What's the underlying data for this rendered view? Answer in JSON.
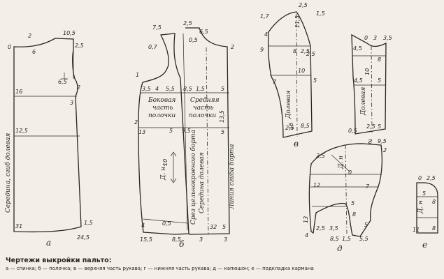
{
  "caption": {
    "title": "Чертежи выкройки пальто:",
    "legend": "а — спинка; б — полочка; в — верхняя часть рукава; г — нижняя часть рукава; д — капюшон; е — подкладка кармана"
  },
  "piece_letters": {
    "a": "а",
    "b": "б",
    "v": "в",
    "g": "г",
    "d": "д",
    "e": "е"
  },
  "labels": {
    "back_center": "Середина, сгиб долевая",
    "side_part": "Боковая",
    "side_part2": "часть",
    "side_part3": "полочки",
    "middle_part": "Средняя",
    "middle_part2": "часть",
    "middle_part3": "полочки",
    "grain_v": "Долевая",
    "grain_g": "Долевая",
    "dn_b": "Д. н.",
    "dn_d": "Д. н",
    "dn_e": "Д. н",
    "cut_front": "Срез цельнокроеного борта",
    "middle_grain": "Середина долевая",
    "fold_line": "Линия сгиба борта"
  },
  "numbers": {
    "a": [
      "0",
      "2",
      "10,5",
      "6",
      "2,5",
      "6,5",
      "2",
      "16",
      "3",
      "12,5",
      "31",
      "1,5",
      "24,5"
    ],
    "b": [
      "7,5",
      "2,5",
      "0,7",
      "0,5",
      "6,5",
      "2",
      "1",
      "3,5",
      "4",
      "5,5",
      "8,5",
      "1,5",
      "5",
      "2",
      "13",
      "5",
      "9,5",
      "5",
      "13,5",
      "10",
      "4",
      "0,5",
      "15,5",
      "8,5",
      "3",
      "32",
      "5",
      "3"
    ],
    "v": [
      "1,7",
      "2,5",
      "1,5",
      "4",
      "11,5",
      "9",
      "8",
      "2,5",
      "10",
      "7",
      "2,5",
      "5",
      "2,5",
      "16",
      "8,5"
    ],
    "g": [
      "0",
      "3",
      "3,5",
      "4,5",
      "8",
      "4,5",
      "5",
      "10",
      "0,5",
      "2,5",
      "5"
    ],
    "d": [
      "2,5",
      "9,5",
      "2",
      "0",
      "12",
      "7",
      "5",
      "8",
      "4",
      "13",
      "2,5",
      "3,5",
      "8,5",
      "1,5",
      "5,5",
      "5"
    ],
    "e": [
      "0",
      "2,5",
      "5",
      "8",
      "11",
      "8"
    ]
  }
}
